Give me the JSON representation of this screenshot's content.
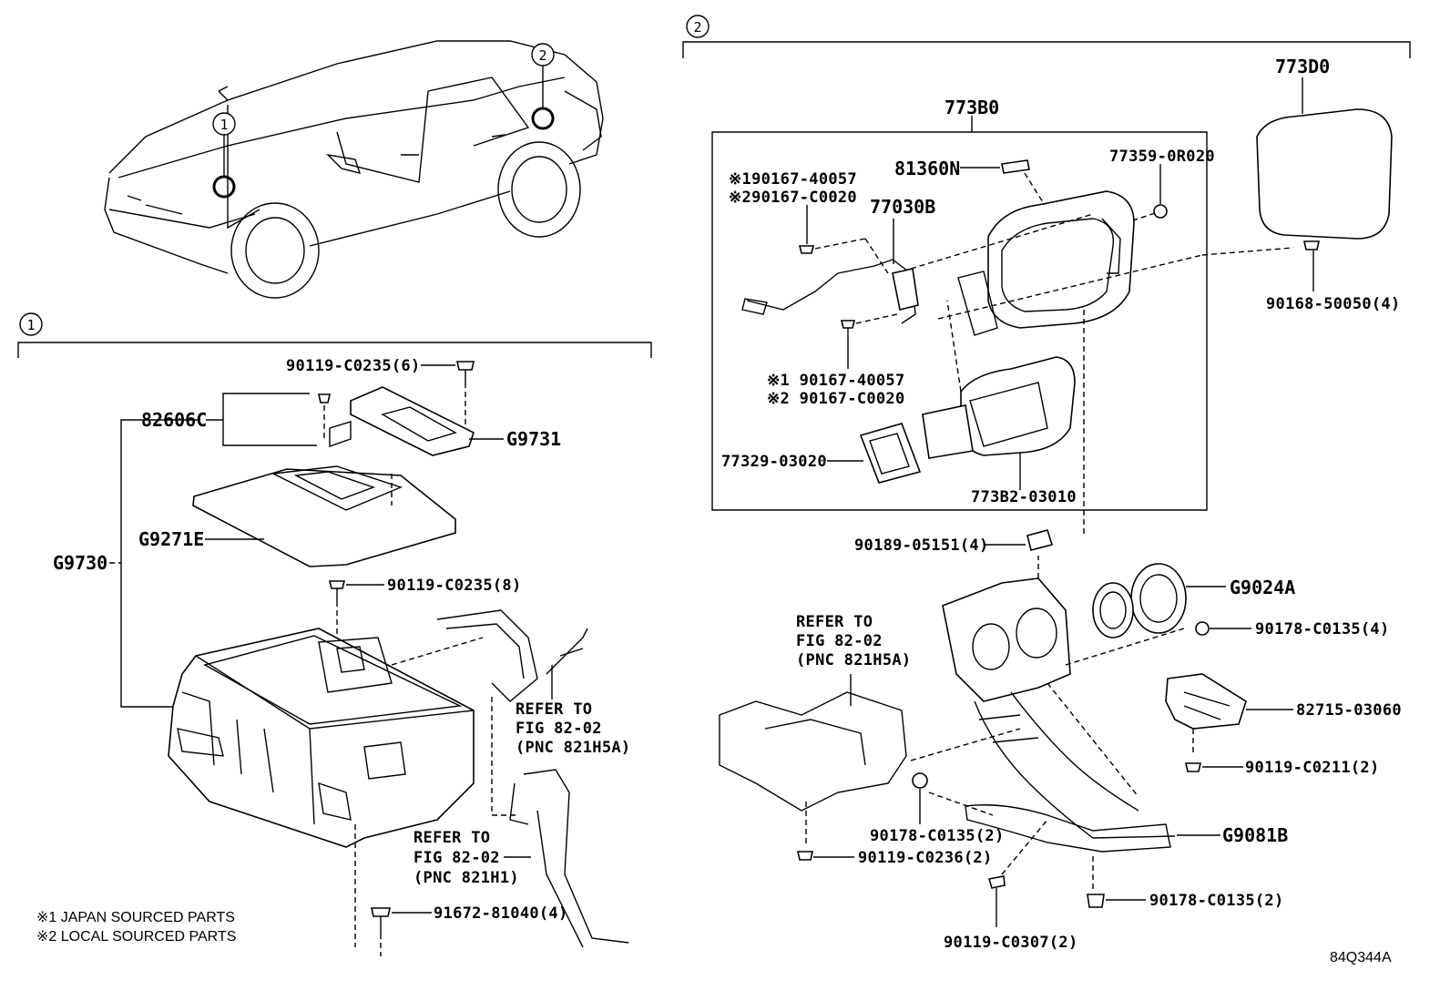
{
  "callouts": {
    "c1": "1",
    "c2": "2"
  },
  "section1": {
    "callout": "1",
    "labels": {
      "bolt_top": "90119-C0235(6)",
      "bracket": "82606C",
      "g9731": "G9731",
      "cover": "G9271E",
      "assy": "G9730",
      "bolt_mid": "90119-C0235(8)",
      "refer_a_1": "REFER TO",
      "refer_a_2": "FIG 82-02",
      "refer_a_3": "(PNC 821H5A)",
      "refer_b_1": "REFER TO",
      "refer_b_2": "FIG 82-02",
      "refer_b_3": "(PNC 821H1)",
      "bolt_bottom": "91672-81040(4)"
    },
    "notes": [
      "※1 JAPAN SOURCED PARTS",
      "※2 LOCAL SOURCED PARTS"
    ]
  },
  "section2": {
    "callout": "2",
    "labels": {
      "lid": "773D0",
      "box": "773B0",
      "n81360": "81360N",
      "n77359": "77359-0R020",
      "screw_a1": "※190167-40057",
      "screw_a2": "※290167-C0020",
      "n77030": "77030B",
      "n90168": "90168-50050(4)",
      "screw_b1": "※1 90167-40057",
      "screw_b2": "※2 90167-C0020",
      "n77329": "77329-03020",
      "n773b2": "773B2-03010",
      "n90189": "90189-05151(4)",
      "g9024": "G9024A",
      "n90178a": "90178-C0135(4)",
      "refer_1": "REFER TO",
      "refer_2": "FIG 82-02",
      "refer_3": "(PNC 821H5A)",
      "n82715": "82715-03060",
      "n90119c0211": "90119-C0211(2)",
      "n90178b": "90178-C0135(2)",
      "g9081": "G9081B",
      "n90119c0236": "90119-C0236(2)",
      "n90178c": "90178-C0135(2)",
      "n90119c0307": "90119-C0307(2)"
    }
  },
  "figure_code": "84Q344A"
}
